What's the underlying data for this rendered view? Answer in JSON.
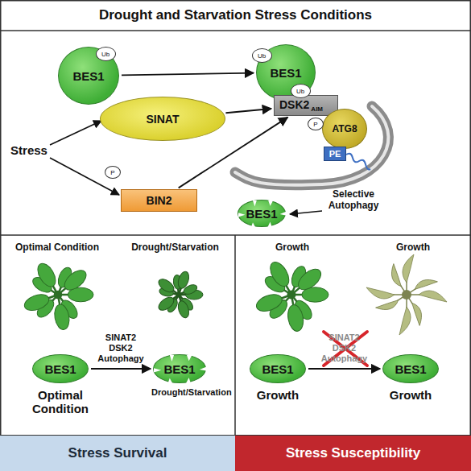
{
  "diagram": {
    "title": "Drought and Starvation Stress Conditions",
    "nodes": [
      {
        "text": [
          "BES1"
        ]
      },
      {
        "text": [
          "Ub"
        ]
      },
      {
        "text": [
          "SINAT"
        ]
      },
      {
        "text": [
          "BES1"
        ]
      },
      {
        "text": [
          "Ub"
        ]
      },
      {
        "text": [
          "Ub"
        ]
      },
      {
        "text": [
          "DSK2",
          "AIM"
        ]
      },
      {
        "text": [
          "P"
        ]
      },
      {
        "text": [
          "ATG8"
        ]
      },
      {
        "text": [
          "PE"
        ]
      },
      {
        "text": [
          "P"
        ]
      },
      {
        "text": [
          "BIN2"
        ]
      },
      {
        "text": [
          "BES1"
        ]
      },
      {
        "text": [
          "BES1"
        ]
      },
      {
        "text": [
          "BES1"
        ]
      },
      {
        "text": [
          "BES1"
        ]
      },
      {
        "text": [
          "BES1"
        ]
      },
      {
        "text": [
          "Stress Survival"
        ]
      },
      {
        "text": [
          "Stress Susceptibility"
        ]
      }
    ],
    "edges": [
      {
        "from": 0,
        "to": 3,
        "arrow": "to"
      },
      {
        "from": 2,
        "to": 6,
        "arrow": "to"
      },
      {
        "from": 11,
        "to": 6,
        "arrow": "to"
      },
      {
        "from": 13,
        "to": 14,
        "label": "SINAT2 DSK2 Autophagy",
        "arrow": "to"
      },
      {
        "from": 15,
        "to": 16,
        "label": "SINAT2 DSK2 Autophagy",
        "arrow": "to"
      }
    ],
    "labels": [
      "Stress",
      "Selective Autophagy",
      "Optimal Condition",
      "Drought/Starvation",
      "Growth",
      "Growth",
      "Optimal Condition",
      "Drought/Starvation",
      "Growth",
      "Growth"
    ]
  }
}
